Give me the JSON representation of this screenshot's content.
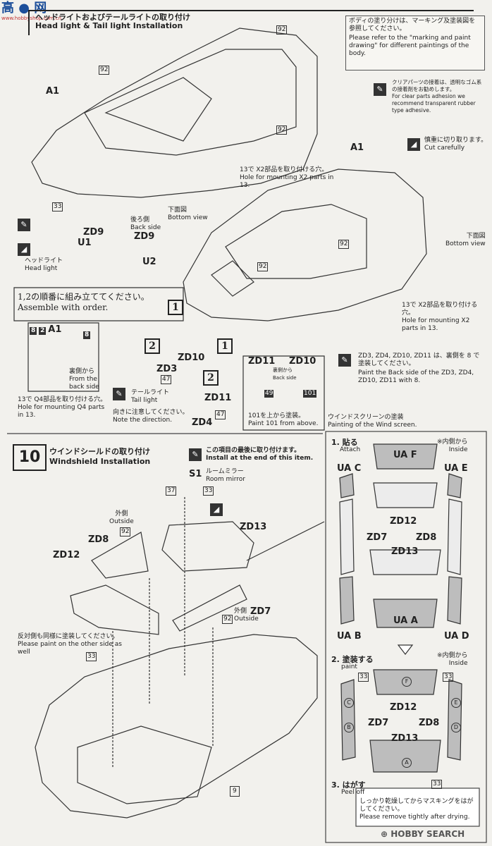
{
  "watermark": {
    "site": "www.hobbyshop.com.cn",
    "brand": "HOBBY SEARCH"
  },
  "section9": {
    "title_jp": "ヘッドライトおよびテールライトの取り付け",
    "title_en": "Head light & Tail light Installation",
    "note_paint_jp": "ボディの塗り分けは、マーキング及塗装図を参照してください。",
    "note_paint_en": "Please refer to the \"marking and paint drawing\" for different paintings of the body.",
    "clear_jp": "クリアパーツの接着は、透明なゴム系の接着剤をお勧めします。",
    "clear_en": "For clear parts adhesion we recommend transparent rubber type adhesive.",
    "cut_jp": "慎重に切り取ります。",
    "cut_en": "Cut carefully",
    "hole_x2_jp": "13で X2部品を取り付ける穴。",
    "hole_x2_en": "Hole for mounting X2 parts in 13.",
    "bottom_jp": "下面図",
    "bottom_en": "Bottom view",
    "back_jp": "後ろ側",
    "back_en": "Back side",
    "headlight_jp": "ヘッドライト",
    "headlight_en": "Head light",
    "order_jp": "1,2の順番に組み立ててください。",
    "order_en": "Assemble with order.",
    "from_back_jp": "裏側から",
    "from_back_en": "From the back side",
    "hole_q4_jp": "13で Q4部品を取り付ける穴。",
    "hole_q4_en": "Hole for mounting Q4 parts in 13.",
    "taillight_jp": "テールライト",
    "taillight_en": "Tail light",
    "direction_jp": "向きに注意してください。",
    "direction_en": "Note the direction.",
    "paint_above_jp": "101を上から塗装。",
    "paint_above_en": "Paint 101 from above.",
    "zd_paint_jp": "ZD3, ZD4, ZD10, ZD11 は、裏側を 8 で塗装してください。",
    "zd_paint_en": "Paint the Back side of the ZD3, ZD4, ZD10, ZD11 with 8.",
    "parts": [
      "A1",
      "92",
      "33",
      "U1",
      "U2",
      "ZD9",
      "ZD10",
      "ZD3",
      "ZD11",
      "ZD4",
      "47",
      "8",
      "2",
      "1",
      "49",
      "101"
    ]
  },
  "section10": {
    "step": "10",
    "title_jp": "ウインドシールドの取り付け",
    "title_en": "Windshield Installation",
    "end_jp": "この項目の最後に取り付けます。",
    "end_en": "Install at the end of this item.",
    "mirror_jp": "ルームミラー",
    "mirror_en": "Room mirror",
    "outside_jp": "外側",
    "outside_en": "Outside",
    "other_jp": "反対側も同様に塗装してください。",
    "other_en": "Please paint on the other side as well",
    "parts": [
      "S1",
      "37",
      "33",
      "ZD8",
      "ZD12",
      "ZD13",
      "ZD7",
      "92",
      "9"
    ]
  },
  "windscreen": {
    "title_jp": "ウインドスクリーンの塗装",
    "title_en": "Painting of the Wind screen.",
    "step1_jp": "1. 貼る",
    "step1_en": "Attach",
    "step2_jp": "2. 塗装する",
    "step2_en": "paint",
    "step3_jp": "3. はがす",
    "step3_en": "Peel off",
    "inside_jp": "※内側から",
    "inside_en": "Inside",
    "dry_jp": "しっかり乾燥してからマスキングをはがしてください。",
    "dry_en": "Please remove tightly after drying.",
    "ua": [
      "UA F",
      "UA C",
      "UA E",
      "UA B",
      "UA A",
      "UA D"
    ],
    "labels": [
      "ZD12",
      "ZD7",
      "ZD8",
      "ZD13"
    ],
    "letters": [
      "F",
      "C",
      "E",
      "B",
      "D",
      "A"
    ],
    "color": "33"
  }
}
